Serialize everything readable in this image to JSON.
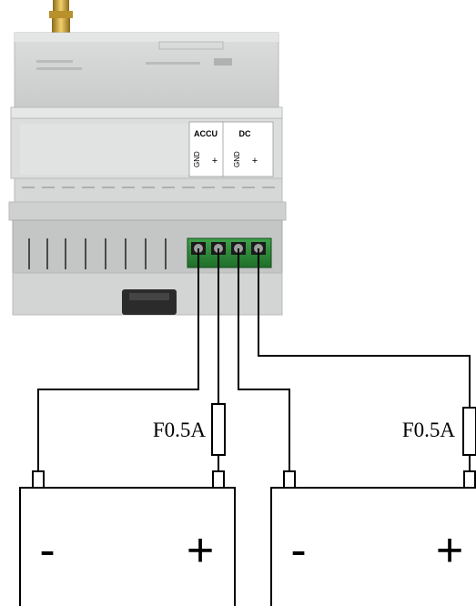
{
  "device": {
    "accu_label": "ACCU",
    "dc_label": "DC",
    "gnd_label": "GND",
    "plus_label": "+"
  },
  "fuses": [
    {
      "label": "F0.5A"
    },
    {
      "label": "F0.5A"
    }
  ],
  "batteries": [
    {
      "minus_label": "-",
      "plus_label": "+"
    },
    {
      "minus_label": "-",
      "plus_label": "+"
    }
  ]
}
